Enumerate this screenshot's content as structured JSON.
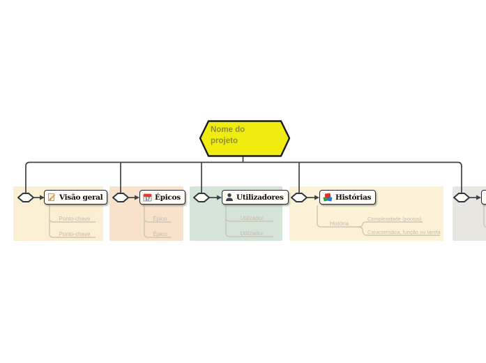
{
  "root": {
    "label_line1": "Nome do",
    "label_line2": "projeto",
    "fill": "#f0ec10",
    "text_color": "#8d8d3b"
  },
  "branches": [
    {
      "name": "visao-geral",
      "label": "Visão geral",
      "icon": "memo-icon",
      "panel_color": "#faefd2",
      "children": [
        {
          "label": "Ponto-chave"
        },
        {
          "label": "Ponto-chave"
        }
      ]
    },
    {
      "name": "epicos",
      "label": "Épicos",
      "icon": "calendar-icon",
      "calendar_day": "17",
      "panel_color": "#f8e2cc",
      "children": [
        {
          "label": "Épico"
        },
        {
          "label": "Épico"
        }
      ]
    },
    {
      "name": "utilizadores",
      "label": "Utilizadores",
      "icon": "person-icon",
      "panel_color": "#d5e4d8",
      "children": [
        {
          "label": "Utilizador"
        },
        {
          "label": "Utilizador"
        }
      ]
    },
    {
      "name": "historias",
      "label": "Histórias",
      "icon": "books-icon",
      "panel_color": "#fbf2d7",
      "children": [
        {
          "label": "História",
          "children": [
            {
              "label": "Complexidade (pontos)"
            },
            {
              "label": "Característica, função ou tarefa"
            }
          ]
        }
      ]
    },
    {
      "name": "truncated-branch",
      "label": "",
      "icon": "",
      "panel_color": "#e8e6e0",
      "children": []
    }
  ],
  "colors": {
    "tree_line": "#3e4147",
    "child_line": "#cdc5b6",
    "node_fill": "#fffdf4",
    "node_border": "#23252e",
    "diamond_fill": "#fffef7"
  }
}
